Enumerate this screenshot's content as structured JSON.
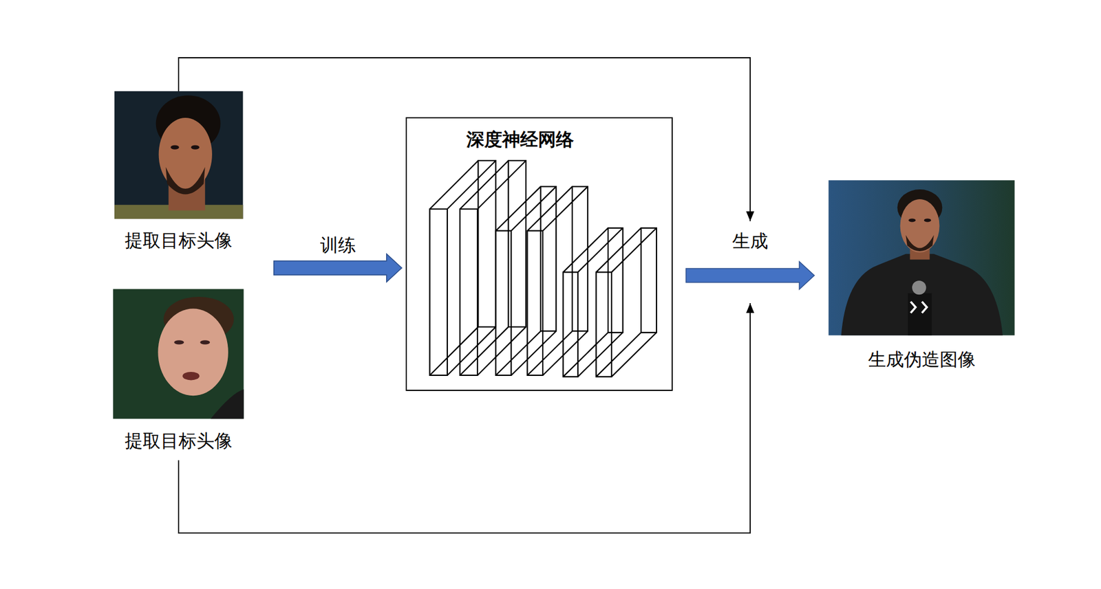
{
  "diagram": {
    "nodes": [
      {
        "text": [
          "提取目标头像"
        ]
      },
      {
        "text": [
          "提取目标头像"
        ]
      },
      {
        "text": [
          "深度神经网络"
        ]
      },
      {
        "text": [
          "生成伪造图像"
        ]
      }
    ],
    "edges": [
      {
        "from": 0,
        "to": 2,
        "arrow": "to",
        "label": "训练"
      },
      {
        "from": 1,
        "to": 2,
        "arrow": "to"
      },
      {
        "from": 2,
        "to": 3,
        "arrow": "to",
        "label": "生成"
      },
      {
        "from": 0,
        "to": 3,
        "arrow": "to"
      },
      {
        "from": 1,
        "to": 3,
        "arrow": "to"
      }
    ]
  }
}
